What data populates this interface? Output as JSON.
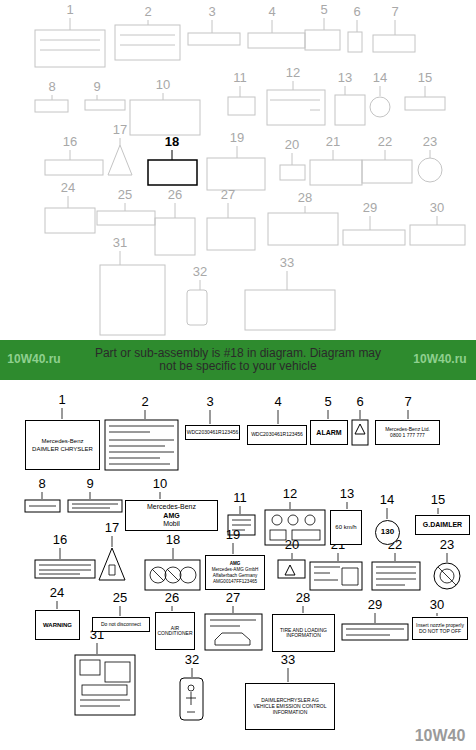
{
  "diagram": {
    "nodes": [
      {
        "text": [
          "Mercedes-Benz",
          "DAIMLER CHRYSLER"
        ]
      },
      {
        "text": [
          "WDC2030461R123456"
        ]
      },
      {
        "text": [
          "WDC2030461R123456"
        ]
      },
      {
        "text": [
          "ALARM"
        ]
      },
      {
        "text": [
          "Mercedes-Benz Ltd.",
          "0800 1 777 777"
        ]
      },
      {
        "text": [
          "Mercedes-Benz",
          "AMG",
          "Mobil"
        ]
      },
      {
        "text": [
          "60 km/h"
        ]
      },
      {
        "text": [
          "130"
        ]
      },
      {
        "text": [
          "G.DAIMLER"
        ]
      },
      {
        "text": [
          "AMG",
          "Mercedes-AMG GmbH Affalterbach Germany",
          "AMG00147FF123465"
        ]
      },
      {
        "text": [
          "WARNING"
        ]
      },
      {
        "text": [
          "Do not disconnect"
        ]
      },
      {
        "text": [
          "AIR CONDITIONER"
        ]
      },
      {
        "text": [
          "TIRE AND LOADING INFORMATION"
        ]
      },
      {
        "text": [
          "Insert nozzle properly",
          "DO NOT TOP OFF"
        ]
      },
      {
        "text": [
          "DAIMLERCHRYSLER AG",
          "VEHICLE EMISSION CONTROL INFORMATION"
        ]
      }
    ],
    "labels": [
      "1",
      "2",
      "3",
      "4",
      "5",
      "6",
      "7",
      "8",
      "9",
      "10",
      "11",
      "12",
      "13",
      "14",
      "15",
      "16",
      "17",
      "18",
      "19",
      "20",
      "21",
      "22",
      "23",
      "24",
      "25",
      "26",
      "27",
      "28",
      "29",
      "30",
      "31",
      "32",
      "33",
      "Part or sub-assembly is #18 in diagram. Diagram may not be specific to your vehicle",
      "10W40.ru",
      "10W40.ru",
      "1",
      "2",
      "3",
      "4",
      "5",
      "6",
      "7",
      "8",
      "9",
      "10",
      "11",
      "12",
      "13",
      "14",
      "15",
      "16",
      "17",
      "18",
      "19",
      "20",
      "21",
      "22",
      "23",
      "24",
      "25",
      "26",
      "27",
      "28",
      "29",
      "30",
      "31",
      "32",
      "33",
      "10W40"
    ]
  }
}
